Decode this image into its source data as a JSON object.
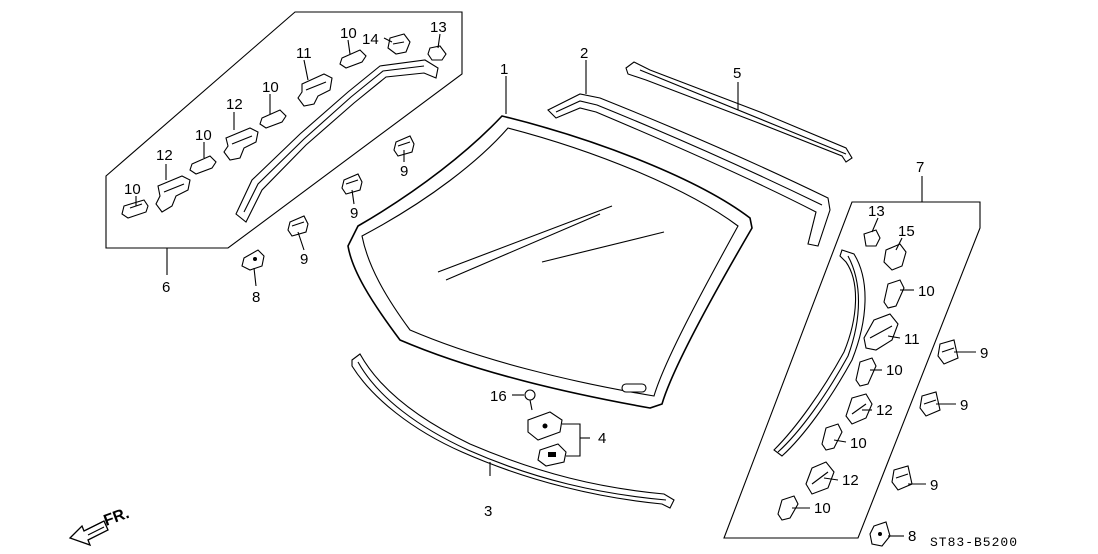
{
  "diagram": {
    "code": "ST83-B5200",
    "direction_label": "FR.",
    "callouts": {
      "c1": "1",
      "c2": "2",
      "c3": "3",
      "c4": "4",
      "c5": "5",
      "c6": "6",
      "c7": "7",
      "l8": "8",
      "l9a": "9",
      "l9b": "9",
      "l9c": "9",
      "l10a": "10",
      "l10b": "10",
      "l10c": "10",
      "l10d": "10",
      "l11": "11",
      "l12a": "12",
      "l12b": "12",
      "l13": "13",
      "l14": "14",
      "r8": "8",
      "r9a": "9",
      "r9b": "9",
      "r9c": "9",
      "r10a": "10",
      "r10b": "10",
      "r10c": "10",
      "r10d": "10",
      "r11": "11",
      "r12a": "12",
      "r12b": "12",
      "r13": "13",
      "r15": "15",
      "c16": "16"
    }
  }
}
